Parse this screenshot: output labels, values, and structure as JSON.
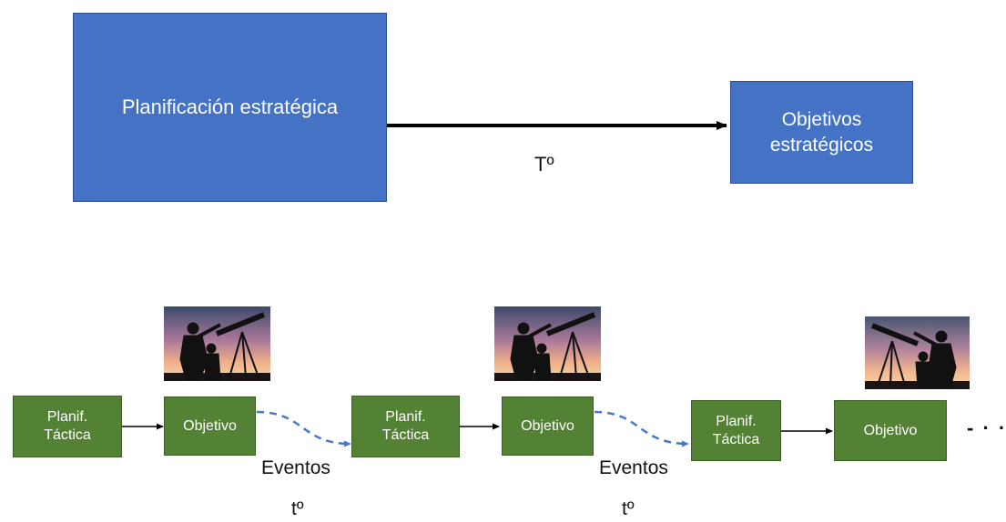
{
  "top": {
    "strategic_planning": "Planificación estratégica",
    "strategic_objectives": "Objetivos estratégicos",
    "time_label": "Tº"
  },
  "bottom": {
    "tactical_planning": "Planif. Táctica",
    "objective": "Objetivo",
    "events": "Eventos",
    "time_label": "tº",
    "continuation": "- · ·"
  },
  "colors": {
    "strategic_box": "#4472c4",
    "tactical_box": "#548235",
    "event_arrow": "#4a78c8",
    "solid_arrow": "#000000"
  },
  "icons": {
    "observation_image": "telescope-silhouette-icon"
  }
}
